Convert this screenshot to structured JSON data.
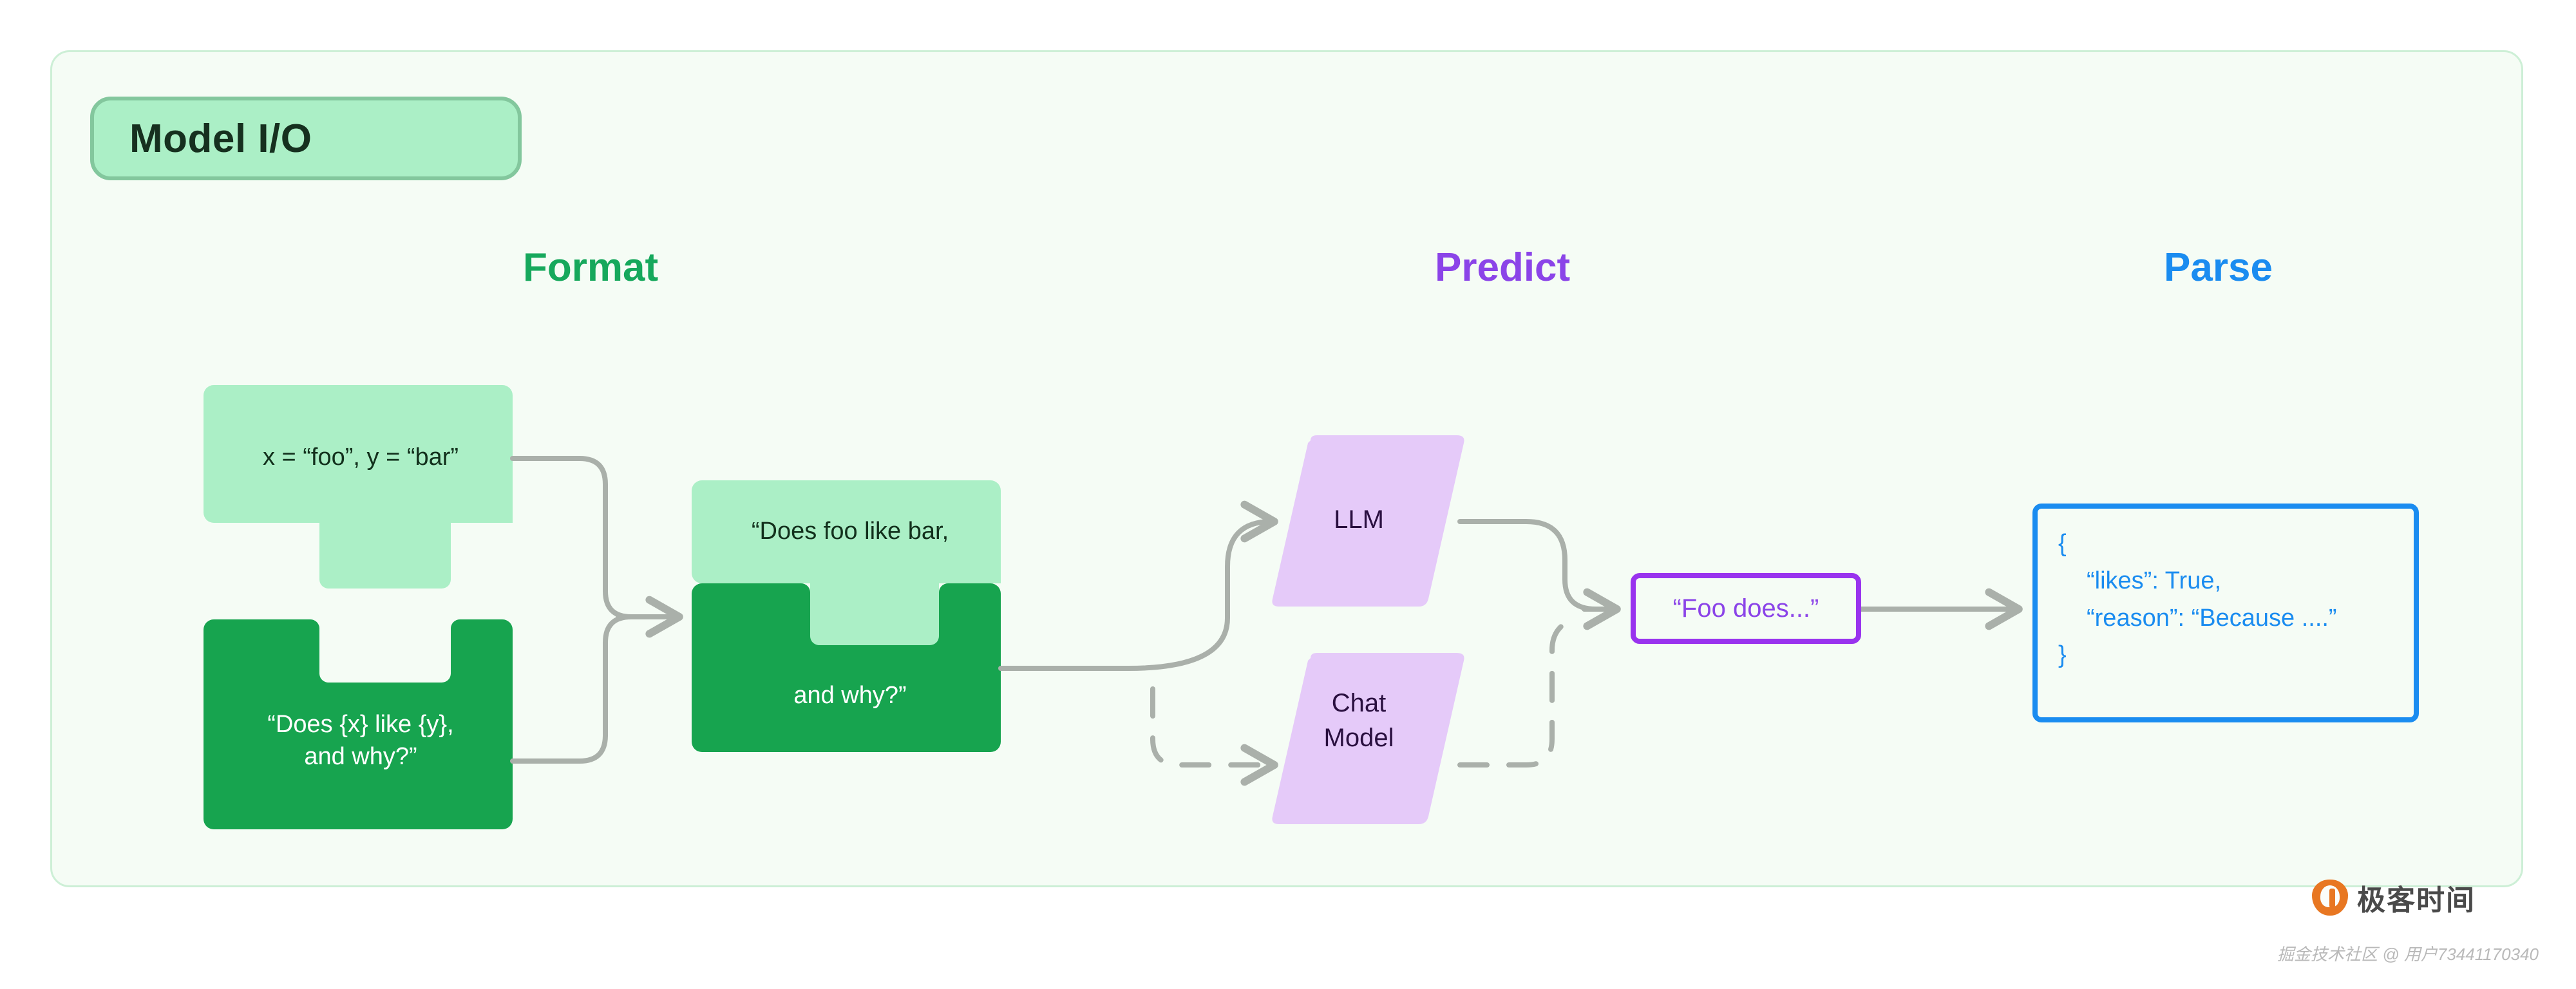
{
  "panel": {
    "background_color": "#f5fcf5",
    "border_color": "#cdefd6"
  },
  "title_badge": {
    "label": "Model I/O",
    "fill_color": "#abefc6",
    "border_color": "#83c79d",
    "text_color": "#16301f"
  },
  "sections": [
    {
      "id": "format",
      "label": "Format",
      "color": "#16a85c"
    },
    {
      "id": "predict",
      "label": "Predict",
      "color": "#8b44e8"
    },
    {
      "id": "parse",
      "label": "Parse",
      "color": "#1a8cf0"
    }
  ],
  "format_stage": {
    "variables_block": {
      "label": "x = “foo”, y = “bar”",
      "fill_color": "#abefc6",
      "text_color": "#12301c",
      "shape": "puzzle-tab-bottom"
    },
    "template_block": {
      "label": "“Does {x} like {y},\nand why?”",
      "fill_color": "#17a44f",
      "text_color": "#ffffff",
      "shape": "puzzle-notch-top"
    },
    "filled_block": {
      "top_label": "“Does foo like bar,",
      "bottom_label": "and why?”",
      "top_fill_color": "#abefc6",
      "bottom_fill_color": "#17a44f",
      "top_text_color": "#12301c",
      "bottom_text_color": "#ffffff",
      "shape": "puzzle-joined"
    }
  },
  "predict_stage": {
    "models": [
      {
        "id": "llm",
        "label": "LLM",
        "fill_color": "#e5caf9",
        "text_color": "#2a1040",
        "connector_style": "solid"
      },
      {
        "id": "chat-model",
        "label": "Chat\nModel",
        "fill_color": "#e5caf9",
        "text_color": "#2a1040",
        "connector_style": "dashed"
      }
    ],
    "output_box": {
      "label": "“Foo does...”",
      "border_color": "#9933ee",
      "text_color": "#8b44e8"
    }
  },
  "parse_stage": {
    "json_box": {
      "border_color": "#1a8cf0",
      "text_color": "#1a8cf0",
      "lines": [
        {
          "text": "{",
          "indent": false
        },
        {
          "text": "“likes”: True,",
          "indent": true
        },
        {
          "text": "“reason”: “Because ....”",
          "indent": true
        },
        {
          "text": "}",
          "indent": false
        }
      ]
    }
  },
  "connectors": {
    "line_color": "#aab0aa"
  },
  "branding": {
    "logo_text": "极客时间",
    "logo_mark_color": "#e87722",
    "attribution": "掘金技术社区 @ 用户73441170340"
  }
}
